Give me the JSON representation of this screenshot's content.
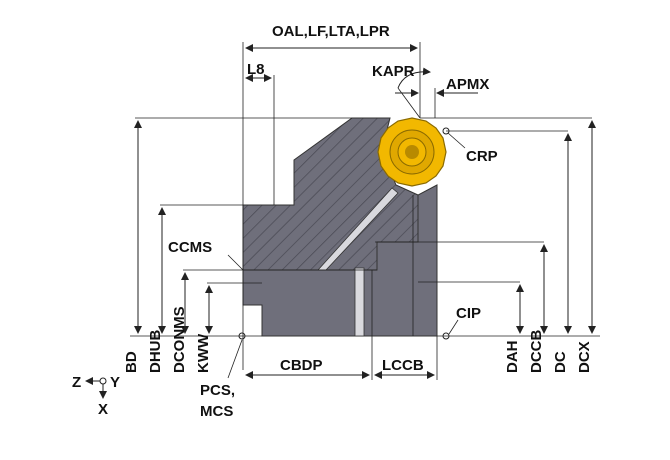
{
  "labels": {
    "oal": "OAL,LF,LTA,LPR",
    "l8": "L8",
    "kapr": "KAPR",
    "apmx": "APMX",
    "crp": "CRP",
    "ccms": "CCMS",
    "cip": "CIP",
    "bd": "BD",
    "dhub": "DHUB",
    "dconms": "DCONMS",
    "kww": "KWW",
    "cbdp": "CBDP",
    "lccb": "LCCB",
    "pcs": "PCS,",
    "mcs": "MCS",
    "dah": "DAH",
    "dccb": "DCCB",
    "dc": "DC",
    "dcx": "DCX",
    "axis_z": "Z",
    "axis_y": "Y",
    "axis_x": "X"
  },
  "colors": {
    "body": "#6f6f7b",
    "body_dark": "#55555f",
    "hatch": "#4a4a55",
    "insert": "#f2b800",
    "insert_dark": "#b88a00",
    "line": "#222222"
  }
}
